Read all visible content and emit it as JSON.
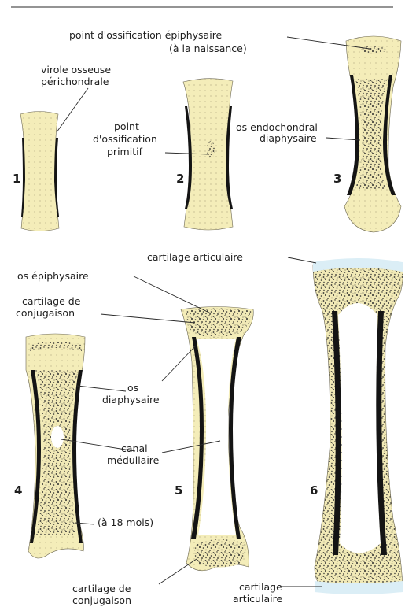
{
  "labels": {
    "point_ossif_epiphysaire_1": "point d'ossification épiphysaire",
    "point_ossif_epiphysaire_2": "(à la naissance)",
    "virole_1": "virole osseuse",
    "virole_2": "périchondrale",
    "point_primitif_1": "point",
    "point_primitif_2": "d'ossification",
    "point_primitif_3": "primitif",
    "os_endochondral_1": "os endochondral",
    "os_endochondral_2": "diaphysaire",
    "cartilage_articulaire_top": "cartilage articulaire",
    "os_epiphysaire": "os épiphysaire",
    "cartilage_conj_top_1": "cartilage de",
    "cartilage_conj_top_2": "conjugaison",
    "os_diaphysaire_1": "os",
    "os_diaphysaire_2": "diaphysaire",
    "canal_1": "canal",
    "canal_2": "médullaire",
    "age_18_mois": "(à 18 mois)",
    "cartilage_conj_bottom_1": "cartilage de",
    "cartilage_conj_bottom_2": "conjugaison",
    "cartilage_artic_bottom_1": "cartilage",
    "cartilage_artic_bottom_2": "articulaire"
  },
  "stages": [
    "1",
    "2",
    "3",
    "4",
    "5",
    "6"
  ],
  "colors": {
    "cartilage": "#f4edb9",
    "cortical_bone": "#141414",
    "articular_cartilage": "#dbeef6",
    "text": "#1e1e1e"
  }
}
